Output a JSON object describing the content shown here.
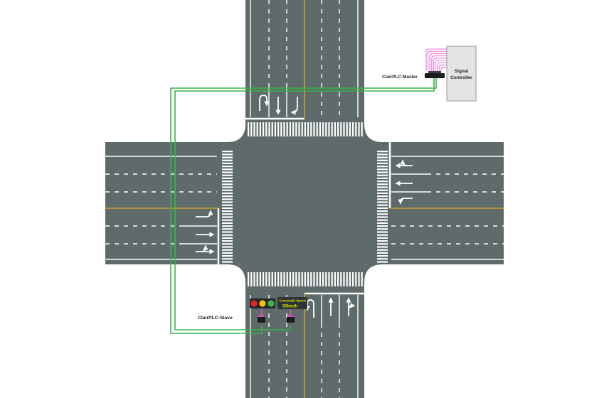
{
  "colors": {
    "road": "#5f6b6b",
    "lane_white": "#ffffff",
    "center_yellow": "#c9a227",
    "cable_green": "#39b54a",
    "ribbon_pink": "#e879d6",
    "controller_box": "#e4e4e4",
    "sign_bg": "#2e3434",
    "sign_text": "#d4e000",
    "light_red": "#e0262b",
    "light_yellow": "#f2c200",
    "light_green": "#3bb54a"
  },
  "labels": {
    "master": "ClairPLC-Master",
    "slave": "ClairPLC-Slave",
    "controller_line1": "Signal",
    "controller_line2": "Controller",
    "speed_line1": "Crosswalk Speed",
    "speed_line2": "50km/h"
  },
  "icons": {
    "north_arrows": [
      "u-turn-left-arrow-icon",
      "straight-arrow-icon",
      "right-turn-arrow-icon"
    ],
    "south_arrows": [
      "u-turn-left-arrow-icon",
      "straight-arrow-icon",
      "straight-right-arrow-icon"
    ],
    "west_arrows": [
      "left-turn-arrow-icon",
      "straight-arrow-icon",
      "straight-right-arrow-icon"
    ],
    "east_arrows": [
      "straight-left-arrow-icon",
      "straight-arrow-icon",
      "right-turn-arrow-icon"
    ]
  }
}
